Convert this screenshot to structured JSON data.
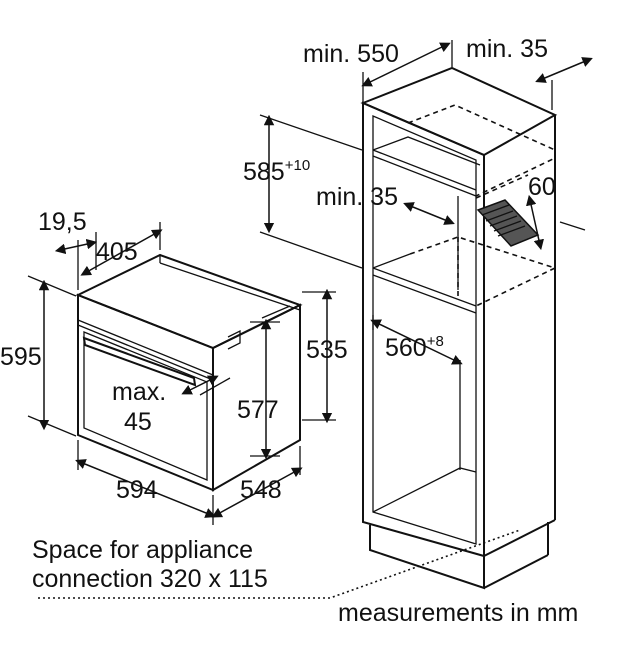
{
  "dimensions": {
    "oven_recess_depth": "19,5",
    "oven_front_depth": "405",
    "oven_height": "595",
    "oven_width": "594",
    "oven_depth": "548",
    "oven_body_height": "577",
    "oven_rear_height": "535",
    "handle_clearance_prefix": "max.",
    "handle_clearance_value": "45",
    "cabinet_depth": "min. 550",
    "cabinet_rear_gap": "min. 35",
    "niche_height_base": "585",
    "niche_height_tolerance": "+10",
    "shelf_gap": "min. 35",
    "vent_height": "60",
    "niche_width_base": "560",
    "niche_width_tolerance": "+8"
  },
  "notes": {
    "connection_line1": "Space for appliance",
    "connection_line2": "connection 320 x 115",
    "units": "measurements in mm"
  }
}
